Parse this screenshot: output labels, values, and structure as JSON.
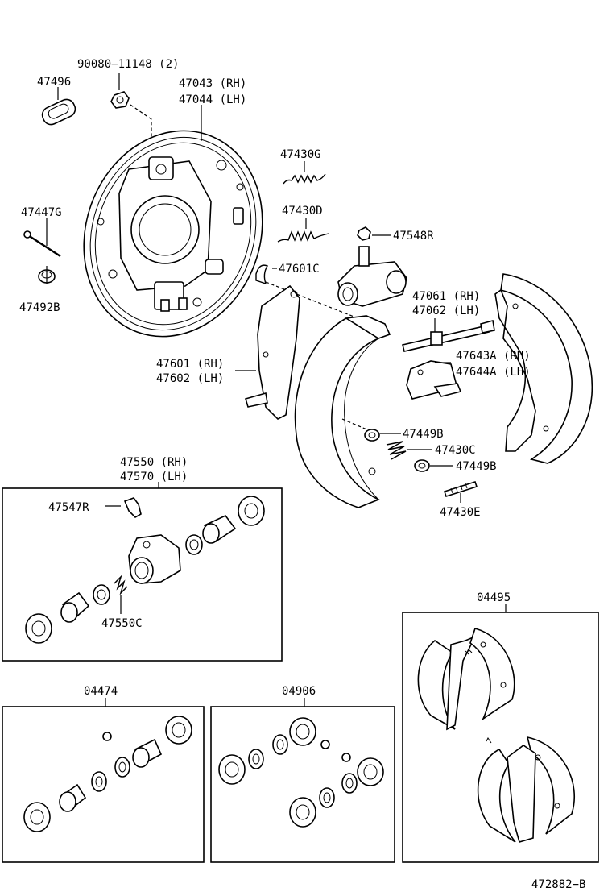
{
  "diagram_id": "472882-B",
  "labels": {
    "l_90080": "90080−11148 (2)",
    "l_47496": "47496",
    "l_47043": "47043 (RH)",
    "l_47044": "47044 (LH)",
    "l_47447g": "47447G",
    "l_47492b": "47492B",
    "l_47430g": "47430G",
    "l_47430d": "47430D",
    "l_47548r": "47548R",
    "l_47601c": "47601C",
    "l_47061": "47061 (RH)",
    "l_47062": "47062 (LH)",
    "l_47643a": "47643A (RH)",
    "l_47644a": "47644A (LH)",
    "l_47601": "47601 (RH)",
    "l_47602": "47602 (LH)",
    "l_47449b_1": "47449B",
    "l_47430c": "47430C",
    "l_47449b_2": "47449B",
    "l_47430e": "47430E",
    "l_47550": "47550 (RH)",
    "l_47570": "47570 (LH)",
    "l_47547r": "47547R",
    "l_47550c": "47550C",
    "l_04495": "04495",
    "l_04474": "04474",
    "l_04906": "04906",
    "l_footer": "472882−B"
  }
}
